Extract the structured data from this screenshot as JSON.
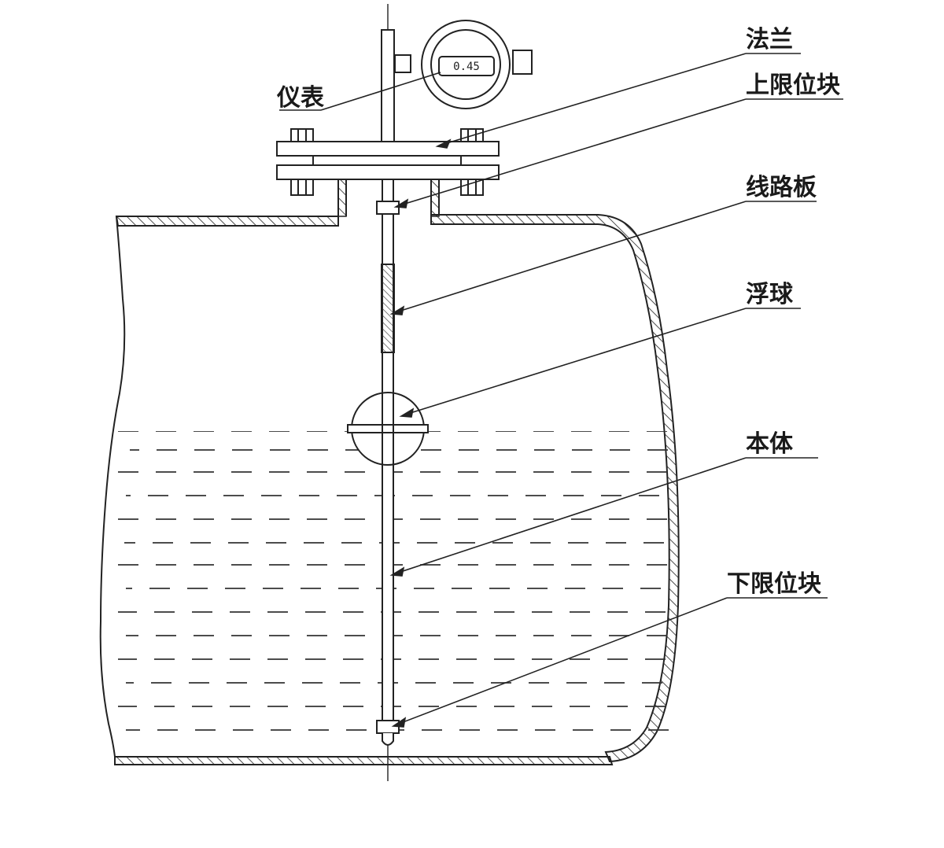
{
  "labels": {
    "instrument": "仪表",
    "flange": "法兰",
    "upper_limit_block": "上限位块",
    "circuit_board": "线路板",
    "float_ball": "浮球",
    "body": "本体",
    "lower_limit_block": "下限位块"
  },
  "meter": {
    "reading": "0.45"
  },
  "colors": {
    "line": "#222222",
    "background": "#ffffff"
  }
}
